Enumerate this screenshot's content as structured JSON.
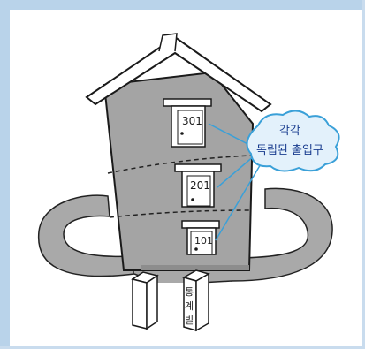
{
  "illustration": {
    "doors": [
      {
        "number": "301"
      },
      {
        "number": "201"
      },
      {
        "number": "101"
      }
    ],
    "bubble": {
      "line1": "각각",
      "line2": "독립된 출입구"
    },
    "post": {
      "text_chars": [
        "통",
        "계",
        "빌"
      ]
    },
    "colors": {
      "frame": "#b9d3ea",
      "bubble_fill": "#e3f1fb",
      "bubble_stroke": "#3aa0d8",
      "building": "#a4a4a4",
      "path": "#a9a9a9"
    }
  }
}
